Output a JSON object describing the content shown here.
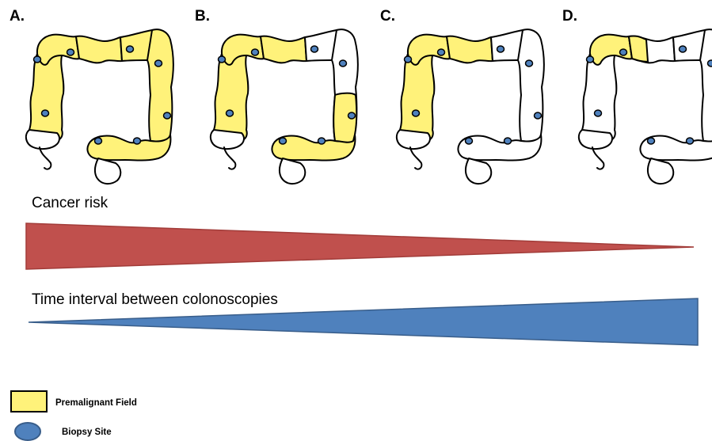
{
  "panels": [
    {
      "label": "A.",
      "field": "full"
    },
    {
      "label": "B.",
      "field": "transverse-clear"
    },
    {
      "label": "C.",
      "field": "right-only"
    },
    {
      "label": "D.",
      "field": "hepatic-flexure"
    }
  ],
  "biopsy_sites_per_colon": 8,
  "scales": {
    "cancer_risk": {
      "label": "Cancer risk",
      "direction": "decreasing",
      "color": "#c0504d"
    },
    "time_interval": {
      "label": "Time interval between colonoscopies",
      "direction": "increasing",
      "color": "#4f81bd"
    }
  },
  "legend": {
    "premalignant": {
      "label": "Premalignant Field",
      "color": "#fff27a"
    },
    "biopsy": {
      "label": "Biopsy Site",
      "color": "#4f81bd"
    }
  },
  "colors": {
    "field_yellow": "#fff27a",
    "biopsy_blue": "#4f81bd",
    "outline": "#000000"
  }
}
